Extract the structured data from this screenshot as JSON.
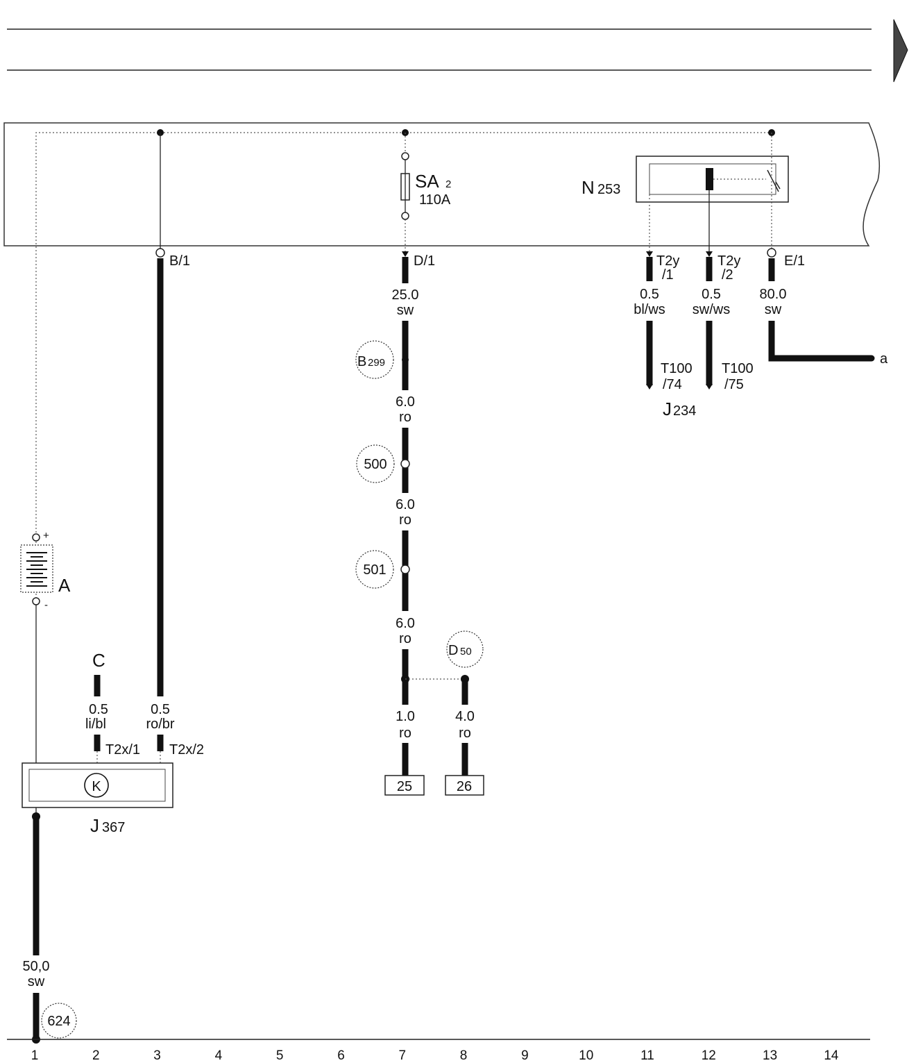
{
  "components": {
    "fuse": {
      "id": "SA",
      "sub": "2",
      "rating": "110A"
    },
    "relay": {
      "id": "N",
      "sub": "253"
    },
    "battery": {
      "id": "A",
      "plus": "+",
      "minus": "-"
    },
    "control_unit_j367": {
      "id": "J",
      "sub": "367",
      "symbol": "K"
    },
    "control_unit_j234": {
      "id": "J",
      "sub": "234"
    },
    "ground_c": {
      "id": "C"
    }
  },
  "pins": {
    "b1": "B/1",
    "d1": "D/1",
    "e1": "E/1",
    "t2y1_a": "T2y",
    "t2y1_b": "/1",
    "t2y2_a": "T2y",
    "t2y2_b": "/2",
    "t100_74_a": "T100",
    "t100_74_b": "/74",
    "t100_75_a": "T100",
    "t100_75_b": "/75",
    "t2x1": "T2x/1",
    "t2x2": "T2x/2"
  },
  "wires": {
    "w_d1": {
      "size": "25.0",
      "color": "sw"
    },
    "w_b299": {
      "size": "6.0",
      "color": "ro"
    },
    "w_500": {
      "size": "6.0",
      "color": "ro"
    },
    "w_501": {
      "size": "6.0",
      "color": "ro"
    },
    "w_25": {
      "size": "1.0",
      "color": "ro"
    },
    "w_26": {
      "size": "4.0",
      "color": "ro"
    },
    "w_t2y1": {
      "size": "0.5",
      "color": "bl/ws"
    },
    "w_t2y2": {
      "size": "0.5",
      "color": "sw/ws"
    },
    "w_e1": {
      "size": "80.0",
      "color": "sw"
    },
    "w_c": {
      "size": "0.5",
      "color": "li/bl"
    },
    "w_b1": {
      "size": "0.5",
      "color": "ro/br"
    },
    "w_ground": {
      "size": "50,0",
      "color": "sw"
    }
  },
  "connectors": {
    "b299": {
      "id": "B",
      "sub": "299"
    },
    "c500": "500",
    "c501": "501",
    "d50": {
      "id": "D",
      "sub": "50"
    },
    "c624": "624"
  },
  "refs": {
    "ref25": "25",
    "ref26": "26",
    "arrow_a": "a"
  },
  "tracks": [
    "1",
    "2",
    "3",
    "4",
    "5",
    "6",
    "7",
    "8",
    "9",
    "10",
    "11",
    "12",
    "13",
    "14"
  ]
}
